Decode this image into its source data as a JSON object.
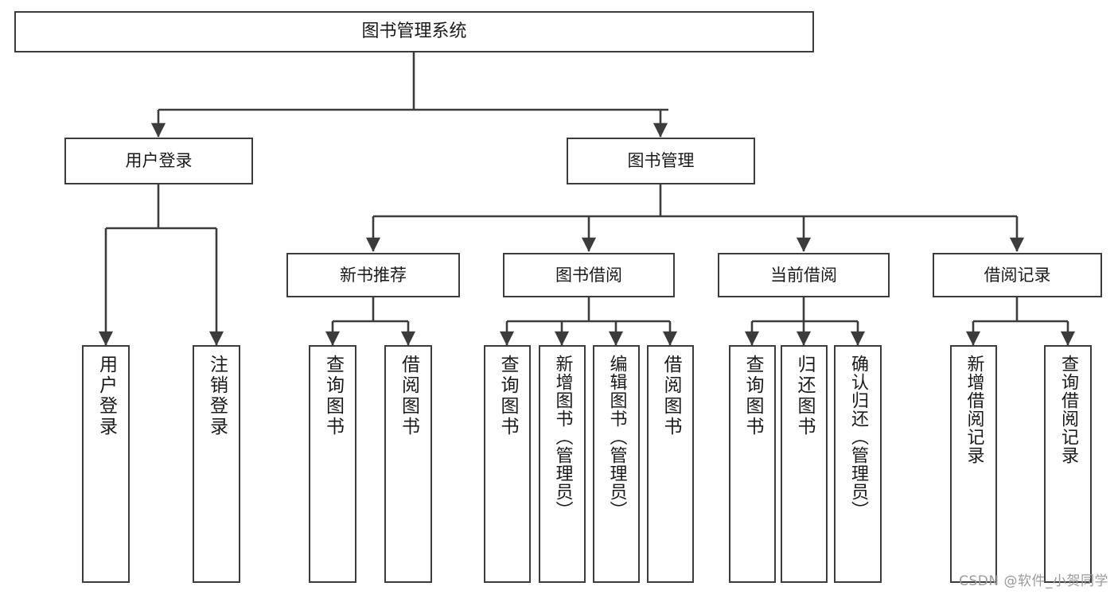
{
  "diagram": {
    "type": "tree-hierarchy",
    "title": "图书管理系统",
    "watermark": "CSDN @软件_小贺同学",
    "colors": {
      "stroke": "#3c3c3c",
      "background": "#ffffff",
      "text": "#1a1a1a",
      "watermark": "#9a9a9a"
    },
    "levels": {
      "root": [
        "图书管理系统"
      ],
      "level1": [
        "用户登录",
        "图书管理"
      ],
      "level2": [
        "新书推荐",
        "图书借阅",
        "当前借阅",
        "借阅记录"
      ],
      "leaves": [
        "用户登录",
        "注销登录",
        "查询图书",
        "借阅图书",
        "查询图书",
        "新增图书（管理员）",
        "编辑图书（管理员）",
        "借阅图书",
        "查询图书",
        "归还图书",
        "确认归还（管理员）",
        "新增借阅记录",
        "查询借阅记录"
      ]
    },
    "nodes": {
      "root": {
        "label": "图书管理系统"
      },
      "user_login": {
        "label": "用户登录"
      },
      "book_manage": {
        "label": "图书管理"
      },
      "new_book_rec": {
        "label": "新书推荐"
      },
      "book_borrow": {
        "label": "图书借阅"
      },
      "current_borrow": {
        "label": "当前借阅"
      },
      "borrow_record": {
        "label": "借阅记录"
      },
      "leaf_user_login": {
        "label": "用户登录"
      },
      "leaf_logout": {
        "label": "注销登录"
      },
      "leaf_query_book_1": {
        "label": "查询图书"
      },
      "leaf_borrow_book_1": {
        "label": "借阅图书"
      },
      "leaf_query_book_2": {
        "label": "查询图书"
      },
      "leaf_add_book": {
        "label": "新增图书（管理员）"
      },
      "leaf_edit_book": {
        "label": "编辑图书（管理员）"
      },
      "leaf_borrow_book_2": {
        "label": "借阅图书"
      },
      "leaf_query_book_3": {
        "label": "查询图书"
      },
      "leaf_return_book": {
        "label": "归还图书"
      },
      "leaf_confirm_return": {
        "label": "确认归还（管理员）"
      },
      "leaf_add_record": {
        "label": "新增借阅记录"
      },
      "leaf_query_record": {
        "label": "查询借阅记录"
      }
    },
    "edges": [
      {
        "from": "root",
        "to": "user_login"
      },
      {
        "from": "root",
        "to": "book_manage"
      },
      {
        "from": "user_login",
        "to": "leaf_user_login"
      },
      {
        "from": "user_login",
        "to": "leaf_logout"
      },
      {
        "from": "book_manage",
        "to": "new_book_rec"
      },
      {
        "from": "book_manage",
        "to": "book_borrow"
      },
      {
        "from": "book_manage",
        "to": "current_borrow"
      },
      {
        "from": "book_manage",
        "to": "borrow_record"
      },
      {
        "from": "new_book_rec",
        "to": "leaf_query_book_1"
      },
      {
        "from": "new_book_rec",
        "to": "leaf_borrow_book_1"
      },
      {
        "from": "book_borrow",
        "to": "leaf_query_book_2"
      },
      {
        "from": "book_borrow",
        "to": "leaf_add_book"
      },
      {
        "from": "book_borrow",
        "to": "leaf_edit_book"
      },
      {
        "from": "book_borrow",
        "to": "leaf_borrow_book_2"
      },
      {
        "from": "current_borrow",
        "to": "leaf_query_book_3"
      },
      {
        "from": "current_borrow",
        "to": "leaf_return_book"
      },
      {
        "from": "current_borrow",
        "to": "leaf_confirm_return"
      },
      {
        "from": "borrow_record",
        "to": "leaf_add_record"
      },
      {
        "from": "borrow_record",
        "to": "leaf_query_record"
      }
    ]
  }
}
